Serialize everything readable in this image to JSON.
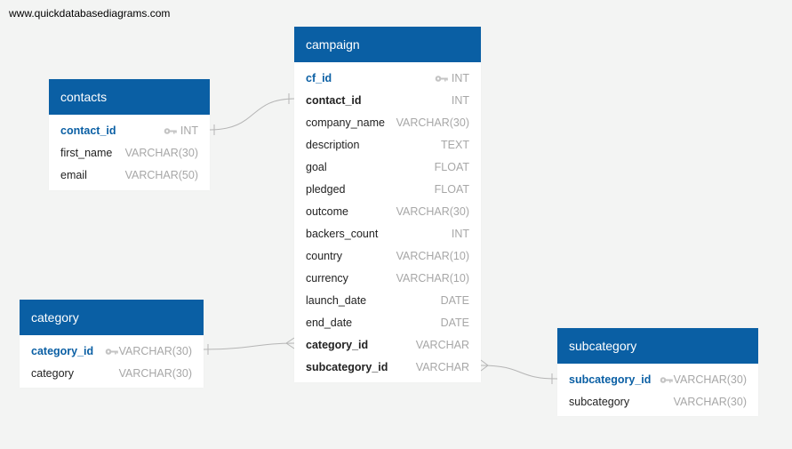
{
  "watermark": "www.quickdatabasediagrams.com",
  "tables": {
    "contacts": {
      "title": "contacts",
      "columns": [
        {
          "name": "contact_id",
          "type": "INT",
          "role": "pk"
        },
        {
          "name": "first_name",
          "type": "VARCHAR(30)",
          "role": ""
        },
        {
          "name": "email",
          "type": "VARCHAR(50)",
          "role": ""
        }
      ]
    },
    "campaign": {
      "title": "campaign",
      "columns": [
        {
          "name": "cf_id",
          "type": "INT",
          "role": "pk"
        },
        {
          "name": "contact_id",
          "type": "INT",
          "role": "fk"
        },
        {
          "name": "company_name",
          "type": "VARCHAR(30)",
          "role": ""
        },
        {
          "name": "description",
          "type": "TEXT",
          "role": ""
        },
        {
          "name": "goal",
          "type": "FLOAT",
          "role": ""
        },
        {
          "name": "pledged",
          "type": "FLOAT",
          "role": ""
        },
        {
          "name": "outcome",
          "type": "VARCHAR(30)",
          "role": ""
        },
        {
          "name": "backers_count",
          "type": "INT",
          "role": ""
        },
        {
          "name": "country",
          "type": "VARCHAR(10)",
          "role": ""
        },
        {
          "name": "currency",
          "type": "VARCHAR(10)",
          "role": ""
        },
        {
          "name": "launch_date",
          "type": "DATE",
          "role": ""
        },
        {
          "name": "end_date",
          "type": "DATE",
          "role": ""
        },
        {
          "name": "category_id",
          "type": "VARCHAR",
          "role": "fk"
        },
        {
          "name": "subcategory_id",
          "type": "VARCHAR",
          "role": "fk"
        }
      ]
    },
    "category": {
      "title": "category",
      "columns": [
        {
          "name": "category_id",
          "type": "VARCHAR(30)",
          "role": "pk"
        },
        {
          "name": "category",
          "type": "VARCHAR(30)",
          "role": ""
        }
      ]
    },
    "subcategory": {
      "title": "subcategory",
      "columns": [
        {
          "name": "subcategory_id",
          "type": "VARCHAR(30)",
          "role": "pk"
        },
        {
          "name": "subcategory",
          "type": "VARCHAR(30)",
          "role": ""
        }
      ]
    }
  },
  "colors": {
    "header": "#0a5fa4",
    "primary_key_text": "#0a5fa4",
    "type_text": "#a7a7a7",
    "relation_line": "#b5b5b5",
    "background": "#f3f4f3"
  },
  "icons": {
    "primary_key": "key-icon"
  }
}
